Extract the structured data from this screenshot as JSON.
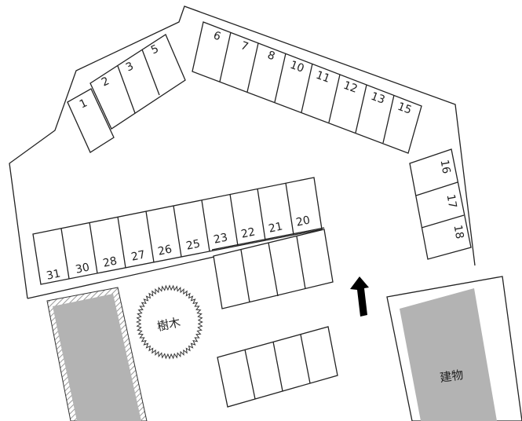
{
  "spaces": {
    "s1": "1",
    "s2": "2",
    "s3": "3",
    "s5": "5",
    "s6": "6",
    "s7": "7",
    "s8": "8",
    "s10": "10",
    "s11": "11",
    "s12": "12",
    "s13": "13",
    "s15": "15",
    "s16": "16",
    "s17": "17",
    "s18": "18",
    "s20": "20",
    "s21": "21",
    "s22": "22",
    "s23": "23",
    "s25": "25",
    "s26": "26",
    "s27": "27",
    "s28": "28",
    "s30": "30",
    "s31": "31"
  },
  "labels": {
    "tree": "樹木",
    "building": "建物"
  },
  "icons": {
    "direction_arrow": "arrow-up-icon"
  },
  "colors": {
    "building_fill": "#b3b3b3",
    "line": "#222222",
    "arrow": "#000000"
  }
}
